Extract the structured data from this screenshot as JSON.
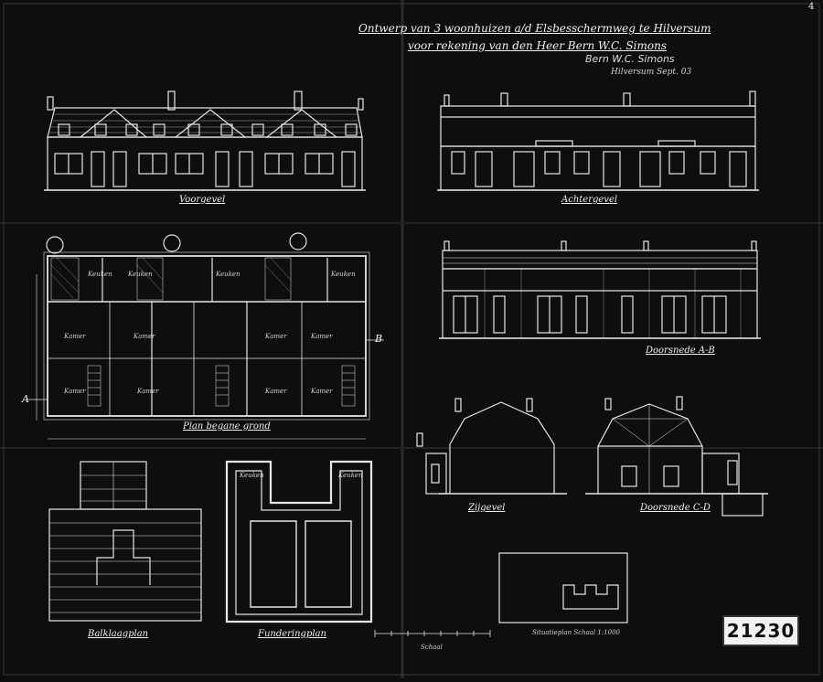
{
  "title_line1": "Ontwerp van 3 woonhuizen a/d Elsbesschermweg te Hilversum",
  "title_line2": "voor rekening van den Heer Bern W.C. Simons",
  "signature": "Bern W.C. Simons",
  "signature_date": "Hilversum Sept. 03",
  "page_number": "4",
  "stamp_number": "21230",
  "captions": {
    "front_elevation": "Voorgevel",
    "rear_elevation": "Achtergevel",
    "ground_plan": "Plan begane grond",
    "section_ab": "Doorsnede A-B",
    "side_elevation": "Zijgevel",
    "section_cd": "Doorsnede C-D",
    "beam_plan": "Balklaagplan",
    "foundation_plan": "Funderingplan",
    "scale_bar": "Schaal",
    "situation": "Situatieplan Schaal 1:1000"
  },
  "room_labels": {
    "keuken": "Keuken",
    "kamer": "Kamer"
  },
  "plan_axis_labels": {
    "a": "A",
    "b": "B"
  },
  "palette": {
    "background": "#0e0e0e",
    "lines": "#e6e6e6",
    "stamp_bg": "#f2f2f2"
  }
}
